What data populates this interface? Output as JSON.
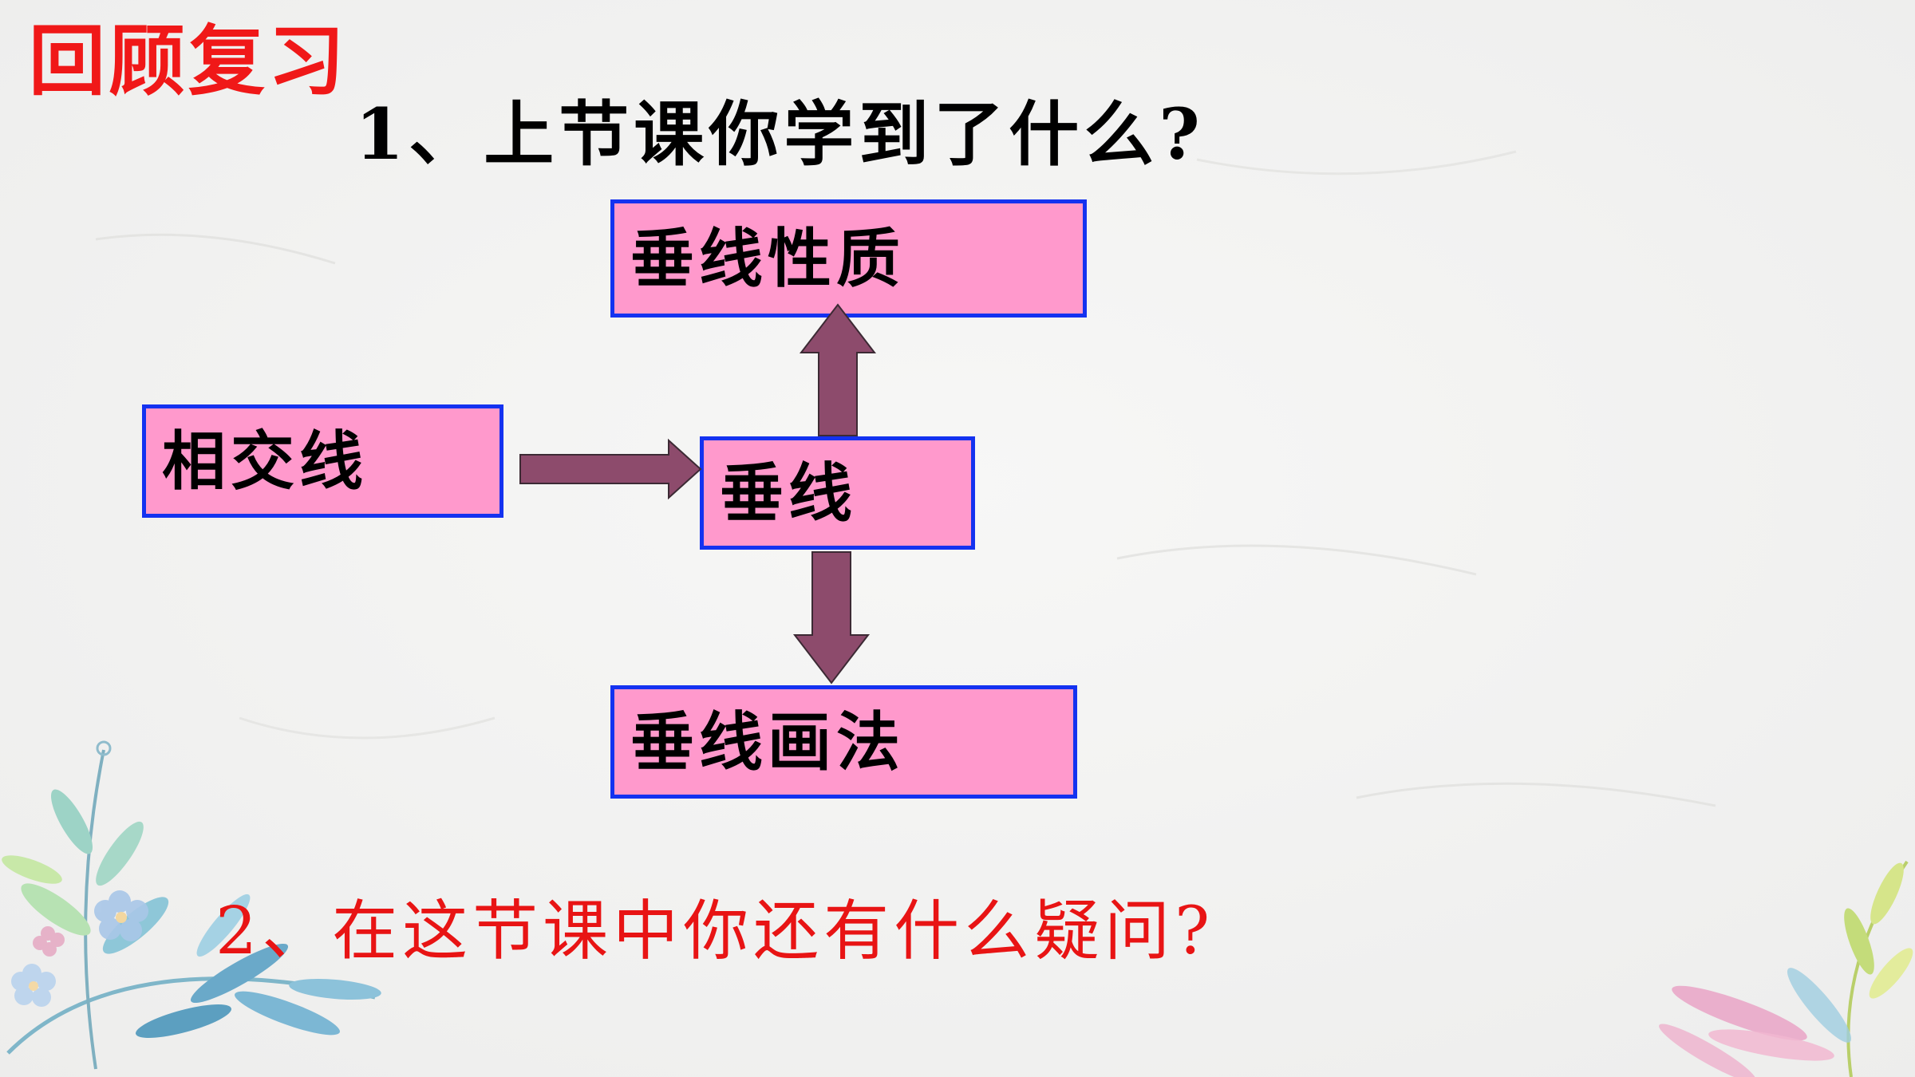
{
  "slide": {
    "title": "回顾复习",
    "question_1": "1、上节课你学到了什么?",
    "question_2": "2、在这节课中你还有什么疑问?"
  },
  "diagram": {
    "nodes": {
      "properties": "垂线性质",
      "intersecting_lines": "相交线",
      "perpendicular": "垂线",
      "drawing_method": "垂线画法"
    }
  },
  "colors": {
    "title": "#f01818",
    "question_1": "#000000",
    "question_2": "#e81414",
    "node_fill": "#ff99cc",
    "node_border": "#1432f0",
    "arrow_fill": "#8d4b6c",
    "arrow_stroke": "#3c2a34"
  }
}
